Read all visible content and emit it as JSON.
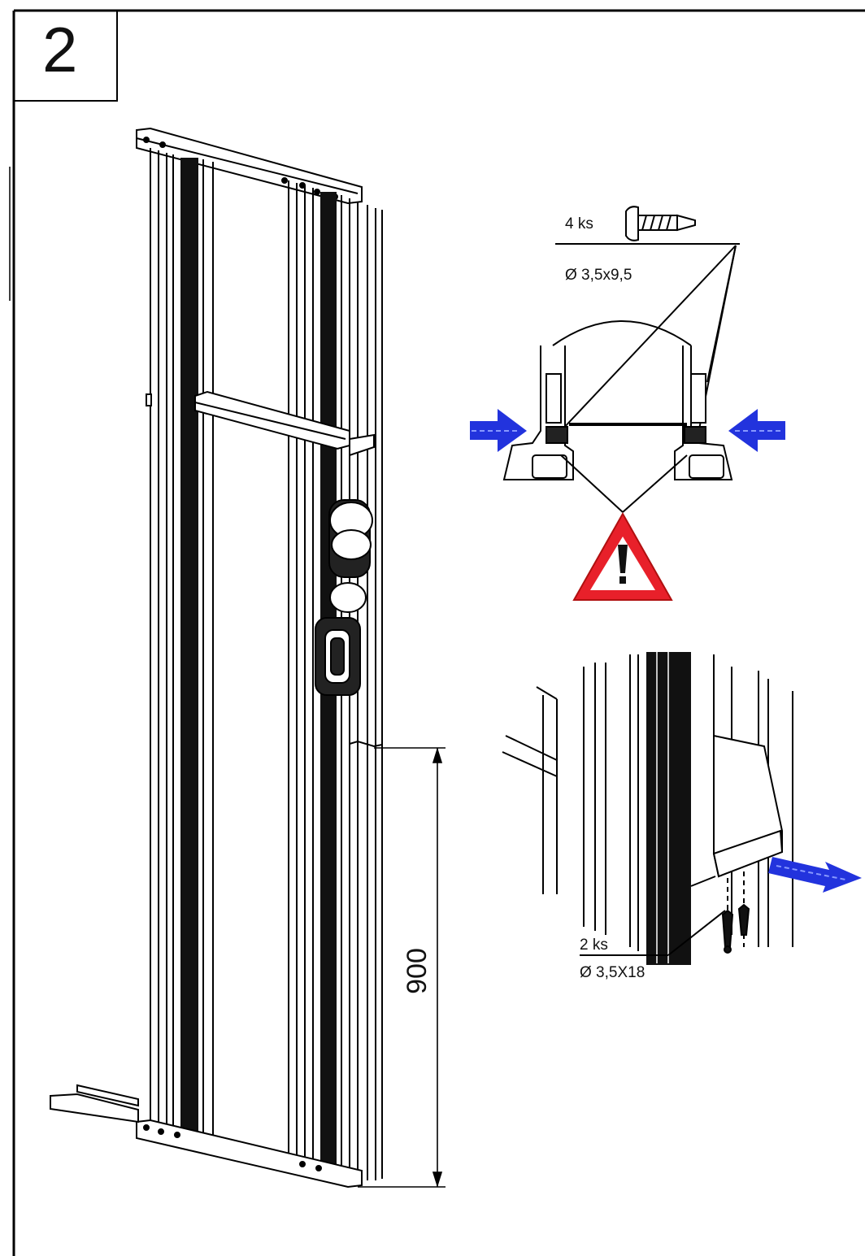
{
  "step": {
    "number": "2"
  },
  "callout_top": {
    "quantity": "4 ks",
    "spec": "Ø 3,5x9,5",
    "screw_icon": "self-drilling-screw-icon"
  },
  "callout_bottom": {
    "quantity": "2 ks",
    "spec": "Ø 3,5X18",
    "screw_icon": "screw-icon"
  },
  "dimension": {
    "value": "900"
  },
  "warning": {
    "icon": "warning-triangle-icon",
    "color": "#e8202a"
  },
  "arrows": {
    "color": "#2233dd"
  }
}
